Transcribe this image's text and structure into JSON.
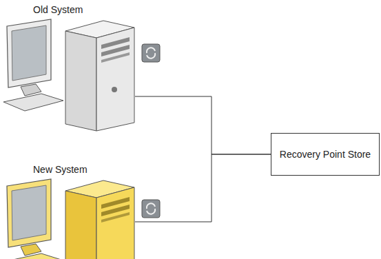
{
  "diagram": {
    "nodes": [
      {
        "text": [
          "Old System"
        ]
      },
      {
        "text": [
          "New System"
        ]
      },
      {
        "text": [
          "Recovery Point Store"
        ]
      }
    ],
    "edges": [
      {
        "from": 0,
        "to": 2,
        "arrow": "none"
      },
      {
        "from": 1,
        "to": 2,
        "arrow": "none"
      }
    ]
  }
}
